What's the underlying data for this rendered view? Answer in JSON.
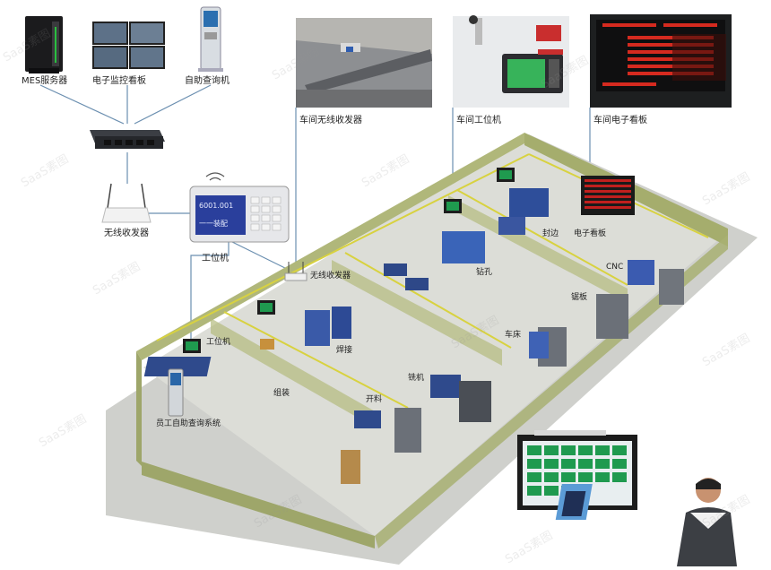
{
  "devices": {
    "mes_server": "MES服务器",
    "monitor_board": "电子监控看板",
    "kiosk": "自助查询机",
    "wireless_transceiver": "无线收发器",
    "workstation": "工位机"
  },
  "photos": {
    "workshop_wireless": "车间无线收发器",
    "workshop_terminal": "车间工位机",
    "workshop_display": "车间电子看板"
  },
  "floor": {
    "wireless_transceiver": "无线收发器",
    "workstation": "工位机",
    "drilling": "钻孔",
    "edge_sealing": "封边",
    "electronic_board": "电子看板",
    "cnc": "CNC",
    "lathe": "车床",
    "sawing": "锯板",
    "welding": "焊接",
    "assembly": "组装",
    "milling": "铣机",
    "cutting": "开料",
    "staff_query": "员工自助查询系统"
  },
  "terminal_screen": {
    "line1": "6001.001",
    "line2": "一一装配"
  },
  "watermark": "SaaS素图",
  "colors": {
    "wall": "#b7bf7e",
    "floor": "#d9d9d4",
    "pipe": "#d8d240",
    "equipment_blue": "#2f4a8c",
    "screen_green": "#1f9a4f",
    "led_red": "#c0201e"
  }
}
